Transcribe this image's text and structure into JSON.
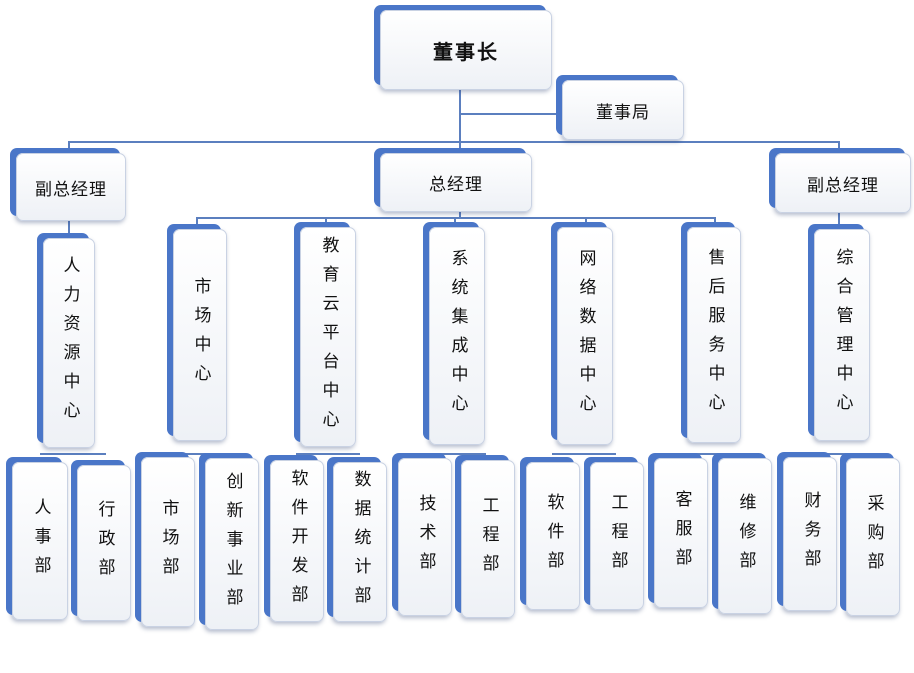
{
  "chairman": "董事长",
  "board_office": "董事局",
  "vp_left": "副总经理",
  "gm": "总经理",
  "vp_right": "副总经理",
  "centers": {
    "hr": "人力资源中心",
    "market": "市场中心",
    "edu_cloud": "教育云平台中心",
    "system": "系统集成中心",
    "network": "网络数据中心",
    "after_sales": "售后服务中心",
    "general_mgmt": "综合管理中心"
  },
  "departments": {
    "personnel": "人事部",
    "admin": "行政部",
    "marketing": "市场部",
    "innovation": "创新事业部",
    "software_dev": "软件开发部",
    "data_stats": "数据统计部",
    "technology": "技术部",
    "engineering_1": "工程部",
    "software": "软件部",
    "engineering_2": "工程部",
    "customer_service": "客服部",
    "maintenance": "维修部",
    "finance": "财务部",
    "procurement": "采购部"
  }
}
